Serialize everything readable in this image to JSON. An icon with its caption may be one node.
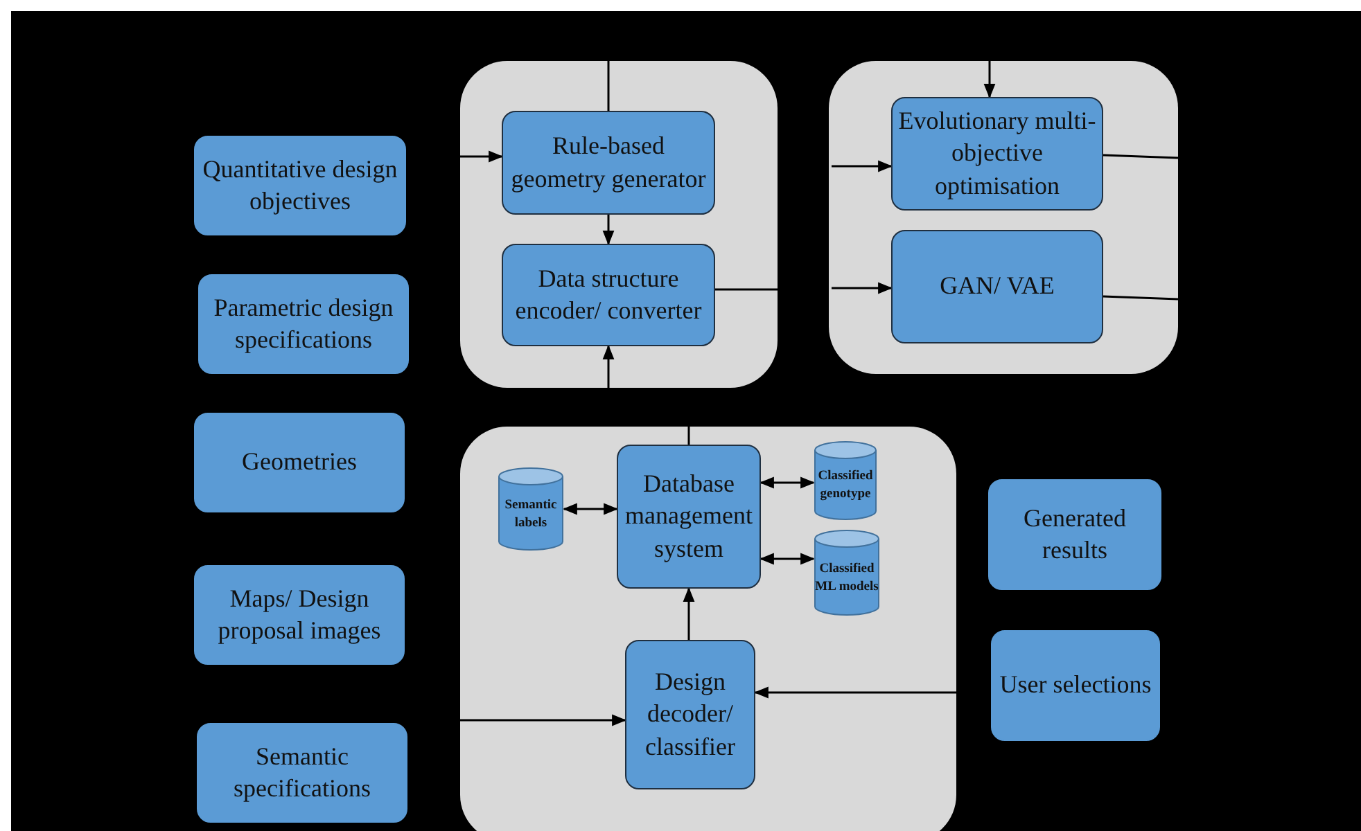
{
  "diagram": {
    "nodes": [
      {
        "text": [
          "Quantitative design objectives"
        ]
      },
      {
        "text": [
          "Parametric design specifications"
        ]
      },
      {
        "text": [
          "Geometries"
        ]
      },
      {
        "text": [
          "Maps/ Design proposal images"
        ]
      },
      {
        "text": [
          "Semantic specifications"
        ]
      },
      {
        "text": [],
        "shape": "box"
      },
      {
        "text": [
          "Rule-based geometry generator"
        ],
        "in": 5
      },
      {
        "text": [
          "Data structure encoder/ converter"
        ],
        "in": 5
      },
      {
        "text": [],
        "shape": "box"
      },
      {
        "text": [
          "Evolutionary multi-objective optimisation"
        ],
        "in": 8
      },
      {
        "text": [
          "GAN/ VAE"
        ],
        "in": 8
      },
      {
        "text": [],
        "shape": "box"
      },
      {
        "text": [
          "Semantic labels"
        ],
        "in": 11
      },
      {
        "text": [
          "Database management system"
        ],
        "in": 11
      },
      {
        "text": [
          "Classified genotype"
        ],
        "in": 11
      },
      {
        "text": [
          "Classified ML models"
        ],
        "in": 11
      },
      {
        "text": [
          "Design decoder/ classifier"
        ],
        "in": 11
      },
      {
        "text": [
          "Generated results"
        ]
      },
      {
        "text": [
          "User selections"
        ]
      }
    ],
    "edges": [
      {
        "from": null,
        "to": 6,
        "arrow": "to"
      },
      {
        "from": null,
        "to": 6,
        "arrow": "none"
      },
      {
        "from": 6,
        "to": 7,
        "arrow": "to"
      },
      {
        "from": null,
        "to": 7,
        "arrow": "to"
      },
      {
        "from": 7,
        "to": null,
        "arrow": "none"
      },
      {
        "from": null,
        "to": 9,
        "arrow": "to"
      },
      {
        "from": null,
        "to": 9,
        "arrow": "to"
      },
      {
        "from": null,
        "to": 10,
        "arrow": "to"
      },
      {
        "from": 9,
        "to": null,
        "arrow": "none"
      },
      {
        "from": 10,
        "to": null,
        "arrow": "none"
      },
      {
        "from": 13,
        "to": null,
        "arrow": "none"
      },
      {
        "from": 12,
        "to": 13,
        "arrow": "both"
      },
      {
        "from": 13,
        "to": 14,
        "arrow": "both"
      },
      {
        "from": 13,
        "to": 15,
        "arrow": "both"
      },
      {
        "from": 16,
        "to": 13,
        "arrow": "to"
      },
      {
        "from": null,
        "to": 16,
        "arrow": "to"
      },
      {
        "from": null,
        "to": 16,
        "arrow": "to"
      }
    ]
  }
}
